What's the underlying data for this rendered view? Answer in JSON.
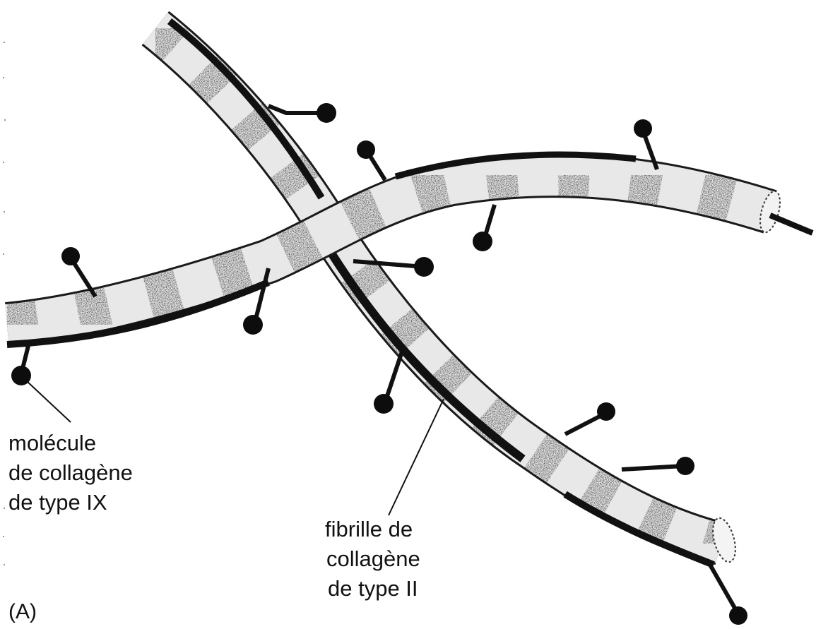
{
  "figure": {
    "panel_label": "(A)",
    "labels": {
      "type_ix": [
        "molécule",
        "de collagène",
        "de type IX"
      ],
      "type_ii": [
        "fibrille de",
        "collagène",
        "de type II"
      ]
    }
  }
}
